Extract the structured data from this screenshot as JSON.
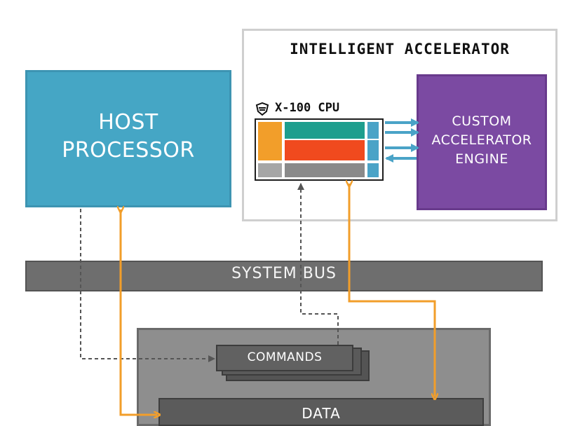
{
  "host": {
    "title_line1": "HOST",
    "title_line2": "PROCESSOR"
  },
  "accelerator": {
    "title": "INTELLIGENT ACCELERATOR",
    "cpu_label": "X-100 CPU",
    "engine_line1": "CUSTOM",
    "engine_line2": "ACCELERATOR",
    "engine_line3": "ENGINE"
  },
  "bus": {
    "label": "SYSTEM BUS"
  },
  "memory": {
    "commands_label": "COMMANDS",
    "data_label": "DATA"
  },
  "colors": {
    "host_blue": "#45a6c5",
    "engine_purple": "#7b4aa2",
    "data_flow_orange": "#f29e2a",
    "command_flow_gray": "#555555",
    "cpu_teal": "#1e9e8e",
    "cpu_red": "#f04a1e",
    "cpu_orange": "#f29e2a",
    "cpu_port_blue": "#4aa3c7"
  },
  "icons": {
    "cpu_logo": "shield-logo-icon"
  }
}
